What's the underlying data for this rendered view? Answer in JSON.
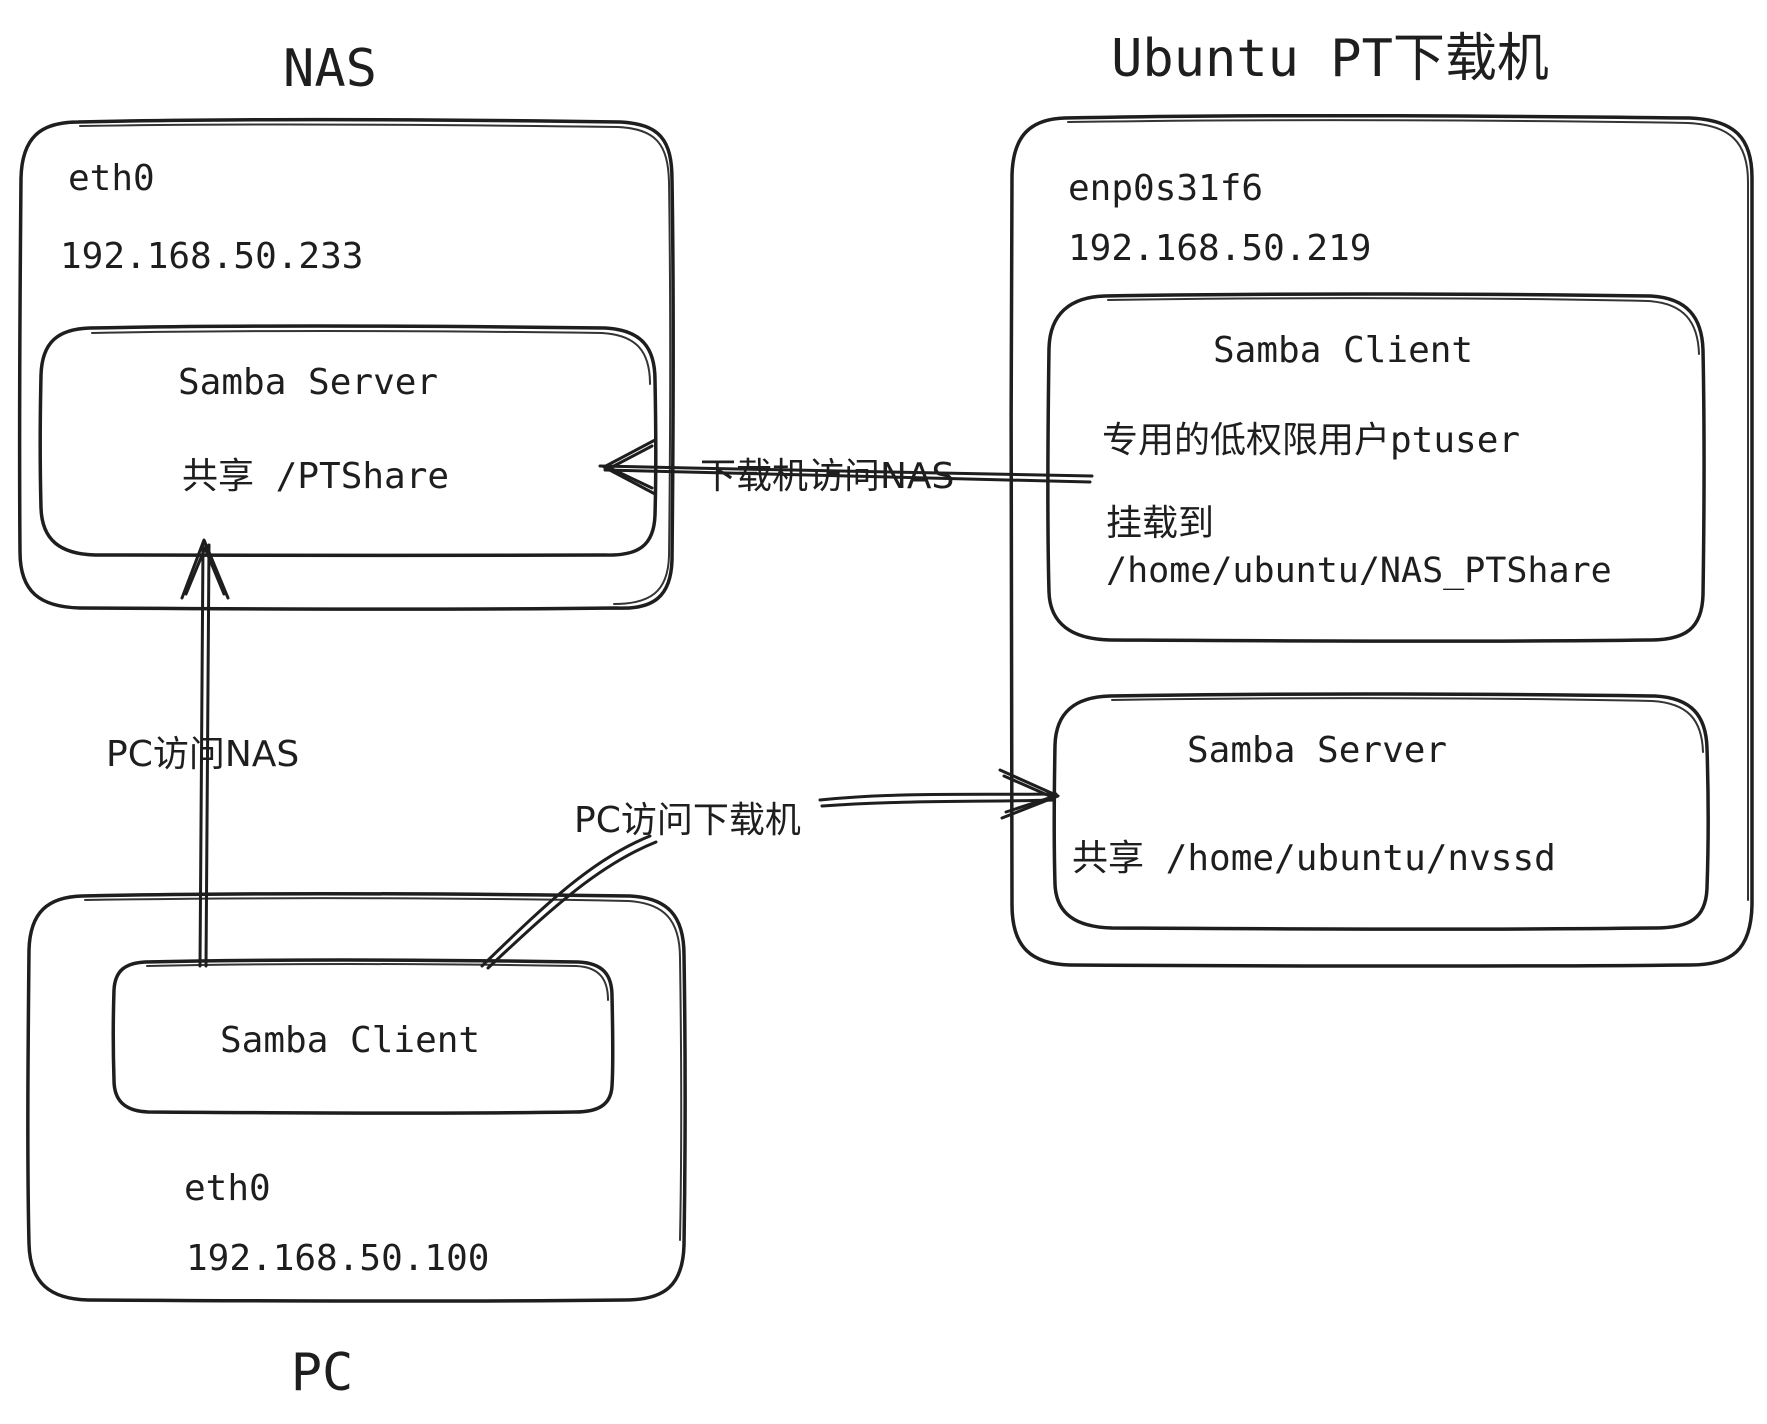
{
  "nas": {
    "title": "NAS",
    "interface": "eth0",
    "ip": "192.168.50.233",
    "server": {
      "name": "Samba Server",
      "share": "共享 /PTShare"
    }
  },
  "ubuntu": {
    "title": "Ubuntu PT下载机",
    "interface": "enp0s31f6",
    "ip": "192.168.50.219",
    "client": {
      "name": "Samba Client",
      "user": "专用的低权限用户ptuser",
      "mount_label": "挂载到",
      "mount_path": "/home/ubuntu/NAS_PTShare"
    },
    "server": {
      "name": "Samba Server",
      "share": "共享 /home/ubuntu/nvssd"
    }
  },
  "pc": {
    "title": "PC",
    "interface": "eth0",
    "ip": "192.168.50.100",
    "client": {
      "name": "Samba Client"
    }
  },
  "edges": {
    "ubuntu_to_nas": "下载机访问NAS",
    "pc_to_nas": "PC访问NAS",
    "pc_to_ubuntu": "PC访问下载机"
  },
  "colors": {
    "stroke": "#1e1e1e",
    "background": "#ffffff"
  }
}
